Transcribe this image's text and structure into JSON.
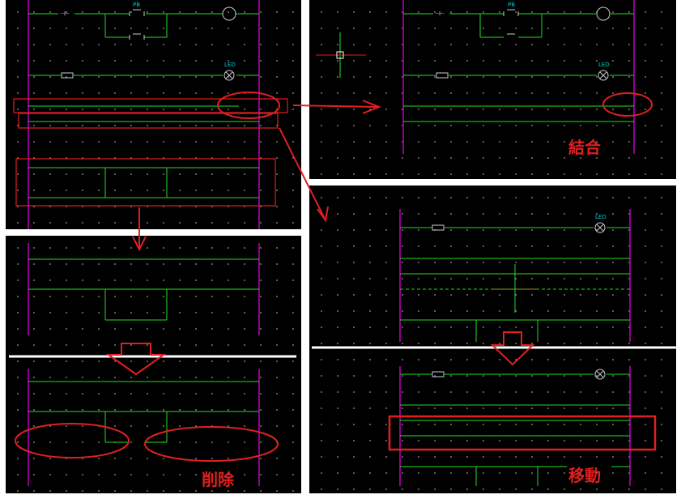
{
  "labels": {
    "combine": "結合",
    "delete": "削除",
    "move": "移動",
    "pb": "PB",
    "led": "LED"
  },
  "colors": {
    "rail": "#c000c0",
    "wire": "#22dd22",
    "annotation": "#e02020",
    "label": "#00cccc"
  }
}
